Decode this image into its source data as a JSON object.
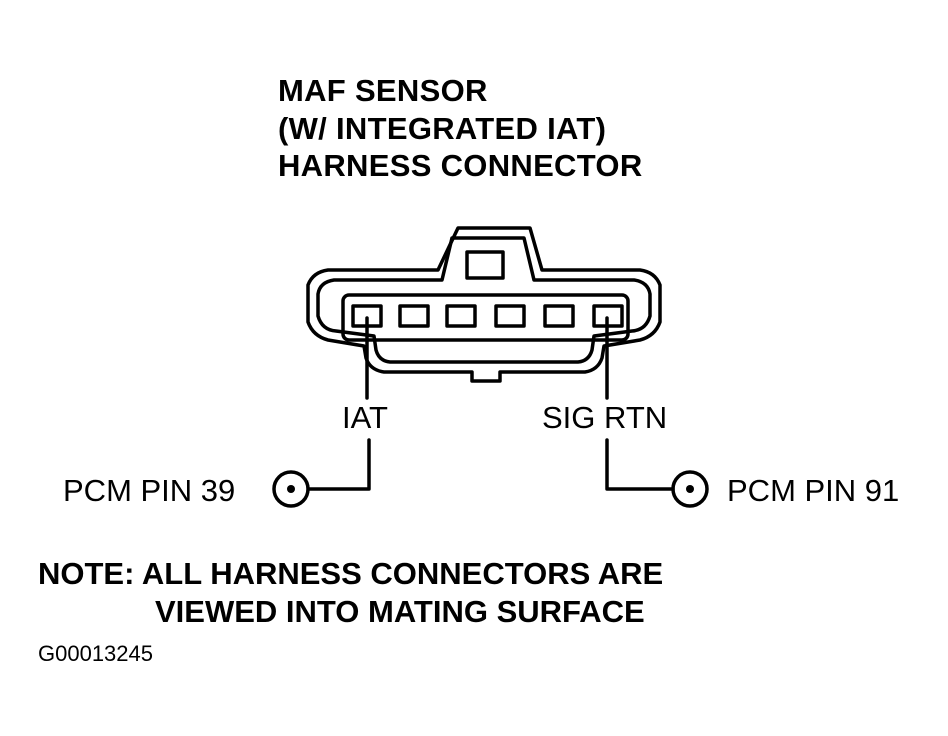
{
  "title": {
    "lines": [
      "MAF SENSOR",
      "(W/ INTEGRATED IAT)",
      "HARNESS CONNECTOR"
    ]
  },
  "connector": {
    "pin_count": 6,
    "pin_labels": {
      "left": "IAT",
      "right": "SIG RTN"
    }
  },
  "terminals": {
    "left": "PCM PIN 39",
    "right": "PCM PIN 91"
  },
  "note": {
    "lines": [
      "NOTE: ALL HARNESS CONNECTORS ARE",
      "VIEWED INTO MATING SURFACE"
    ]
  },
  "figure_id": "G00013245",
  "colors": {
    "ink": "#000000",
    "background": "#ffffff"
  }
}
